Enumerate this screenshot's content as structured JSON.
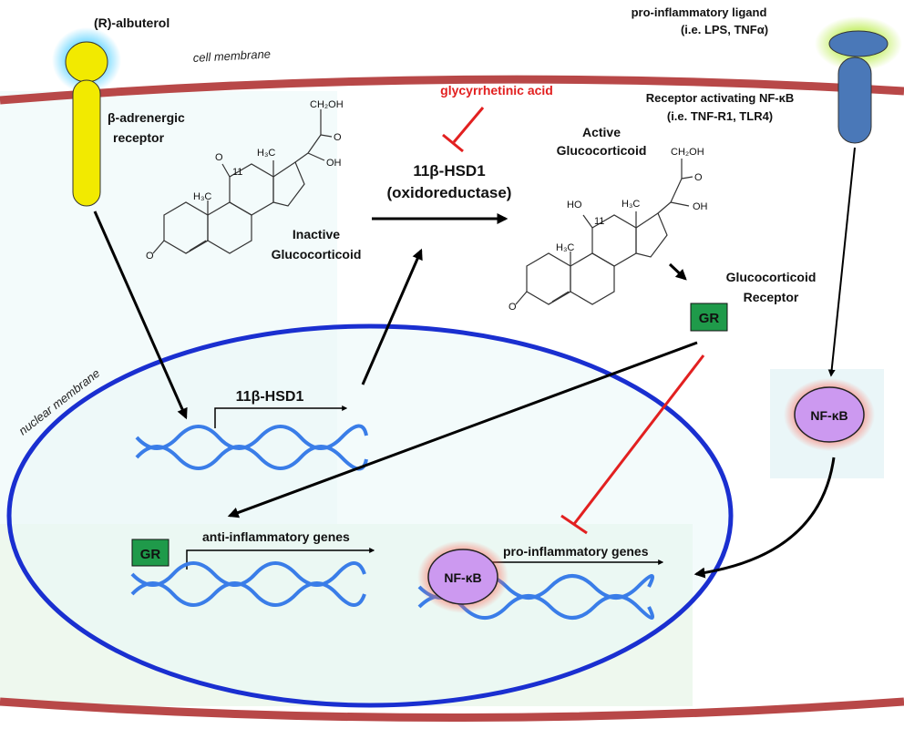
{
  "labels": {
    "albuterol": "(R)-albuterol",
    "cell_membrane": "cell membrane",
    "beta_receptor_1": "β-adrenergic",
    "beta_receptor_2": "receptor",
    "pro_ligand_1": "pro-inflammatory ligand",
    "pro_ligand_2": "(i.e. LPS, TNFα)",
    "receptor_nfkb_1": "Receptor activating NF-κB",
    "receptor_nfkb_2": "(i.e. TNF-R1, TLR4)",
    "glycyrrhetinic": "glycyrrhetinic acid",
    "hsd_enzyme_1": "11β-HSD1",
    "hsd_enzyme_2": "(oxidoreductase)",
    "inactive_1": "Inactive",
    "inactive_2": "Glucocorticoid",
    "active_1": "Active",
    "active_2": "Glucocorticoid",
    "gr_label_1": "Glucocorticoid",
    "gr_label_2": "Receptor",
    "gr_box": "GR",
    "nuclear_membrane": "nuclear membrane",
    "gene_hsd": "11β-HSD1",
    "nfkb": "NF-κB",
    "gr_box_nucleus": "GR",
    "anti_genes": "anti-inflammatory genes",
    "pro_genes": "pro-inflammatory genes",
    "nfkb_nucleus": "NF-κB"
  },
  "chem_labels": {
    "ch2oh": "CH₂OH",
    "oxo": "O",
    "oh": "OH",
    "h3c": "H₃C",
    "c11": "11",
    "ho": "HO"
  },
  "colors": {
    "cell_membrane": "#b84848",
    "nuclear_membrane": "#1a2fd0",
    "nucleus_fill": "#eaf8f8",
    "dna": "#3a7de8",
    "gr_green": "#1f9a4a",
    "nfkb_purple": "#cc99f0",
    "inhibit_red": "#e22020",
    "receptor_yellow": "#f2ea00",
    "receptor_blue": "#4a78b8"
  }
}
